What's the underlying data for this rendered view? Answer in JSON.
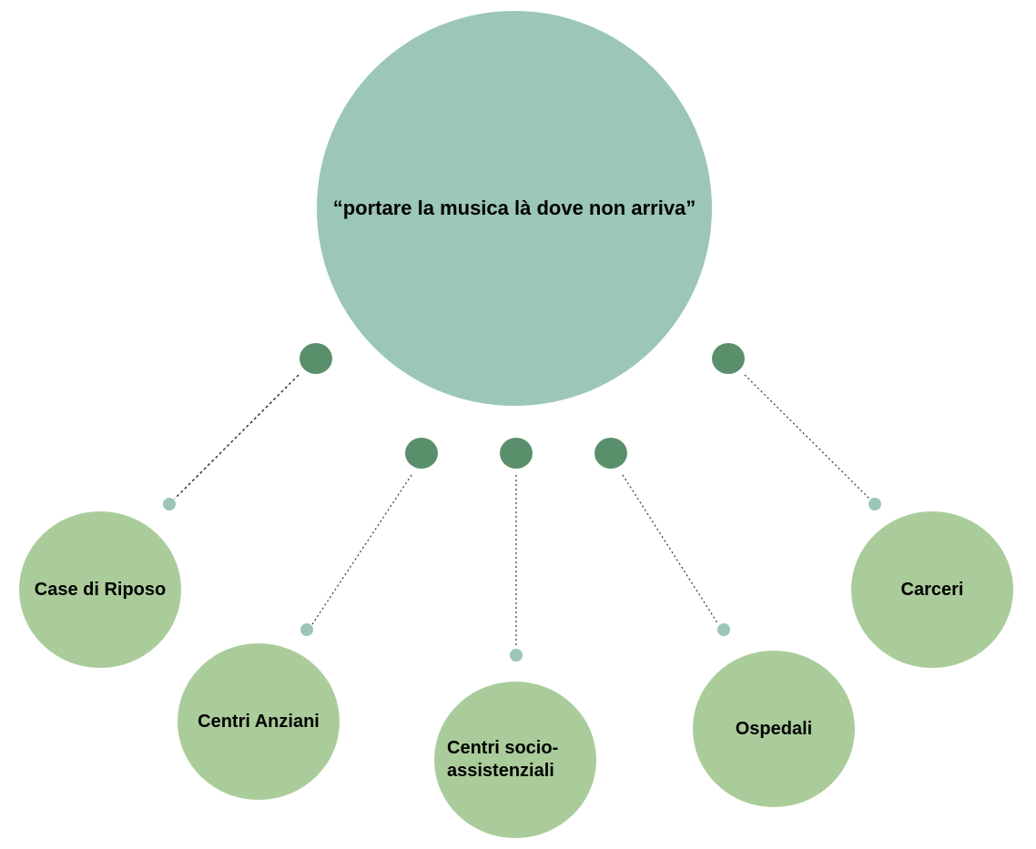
{
  "colors": {
    "center_fill": "#9bc6b8",
    "child_fill": "#aacc9a",
    "connector_dot_dark": "#5a8f6c",
    "connector_dot_light": "#9bc6b8",
    "line": "#333333"
  },
  "center": {
    "label": "“portare la musica là dove non arriva”"
  },
  "children": [
    {
      "id": "case",
      "label": "Case di Riposo"
    },
    {
      "id": "centri",
      "label": "Centri Anziani"
    },
    {
      "id": "socio",
      "label": "Centri socio-assistenziali"
    },
    {
      "id": "ospedali",
      "label": "Ospedali"
    },
    {
      "id": "carceri",
      "label": "Carceri"
    }
  ]
}
